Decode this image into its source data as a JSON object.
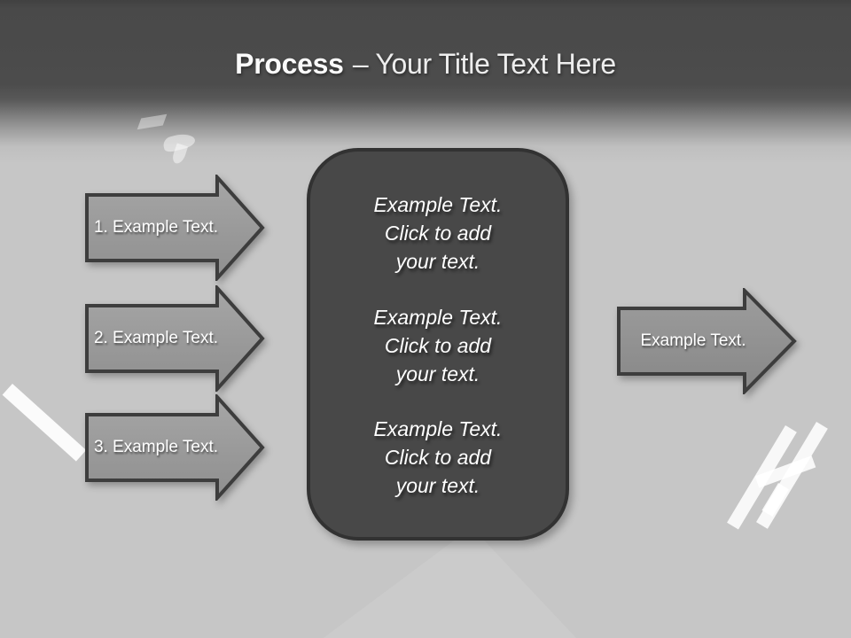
{
  "slide": {
    "title_bold": "Process",
    "title_rest": "– Your Title Text Here"
  },
  "left_arrows": [
    {
      "label": "1. Example Text."
    },
    {
      "label": "2. Example Text."
    },
    {
      "label": "3. Example Text."
    }
  ],
  "right_arrow": {
    "label": "Example Text."
  },
  "center_box": {
    "items": [
      {
        "lines": [
          "Example Text.",
          "Click  to add",
          "your text."
        ]
      },
      {
        "lines": [
          "Example Text.",
          "Click  to add",
          "your text."
        ]
      },
      {
        "lines": [
          "Example Text.",
          "Click  to add",
          "your text."
        ]
      }
    ]
  },
  "colors": {
    "header_dark": "#4a4a4a",
    "body_background": "#c6c6c6",
    "arrow_fill": "#9a9a9a",
    "arrow_fill_right": "#909090",
    "shape_border": "#3d3d3d",
    "center_box_fill": "#484848",
    "text_white": "#ffffff"
  }
}
